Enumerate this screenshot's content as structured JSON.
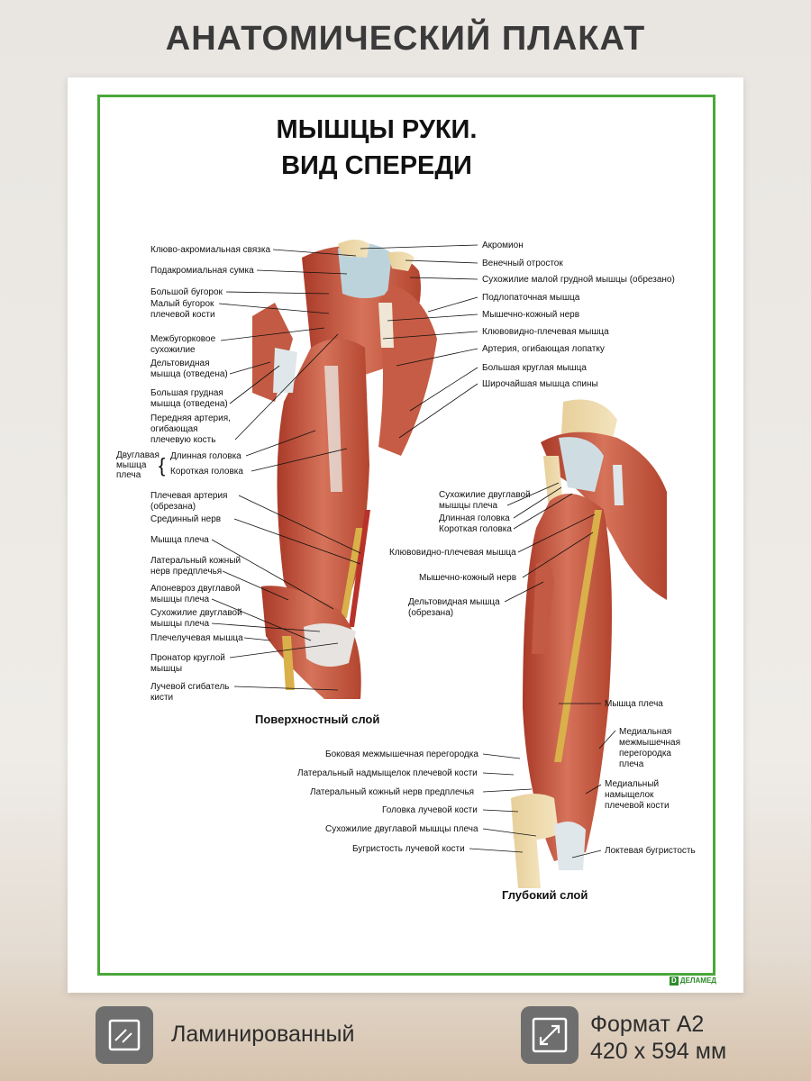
{
  "header": "АНАТОМИЧЕСКИЙ ПЛАКАТ",
  "poster": {
    "title_line1": "МЫШЦЫ РУКИ.",
    "title_line2": "ВИД СПЕРЕДИ",
    "caption_superficial": "Поверхностный слой",
    "caption_deep": "Глубокий слой",
    "brand": "ДЕЛАМЕД"
  },
  "labels_left": [
    "Клюво-акромиальная связка",
    "Подакромиальная сумка",
    "Большой бугорок",
    "Малый бугорок",
    "плечевой кости",
    "Межбугорковое",
    "сухожилие",
    "Дельтовидная",
    "мышца (отведена)",
    "Большая грудная",
    "мышца (отведена)",
    "Передняя артерия,",
    "огибающая",
    "плечевую кость",
    "Двуглавая",
    "мышца",
    "плеча",
    "Длинная головка",
    "Короткая головка",
    "Плечевая артерия",
    "(обрезана)",
    "Срединный нерв",
    "Мышца плеча",
    "Латеральный кожный",
    "нерв предплечья",
    "Апоневроз двуглавой",
    "мышцы плеча",
    "Сухожилие двуглавой",
    "мышцы плеча",
    "Плечелучевая мышца",
    "Пронатор круглой",
    "мышцы",
    "Лучевой сгибатель",
    "кисти"
  ],
  "labels_right": [
    "Акромион",
    "Венечный отросток",
    "Сухожилие малой грудной мышцы (обрезано)",
    "Подлопаточная мышца",
    "Мышечно-кожный нерв",
    "Клювовидно-плечевая мышца",
    "Артерия, огибающая лопатку",
    "Большая круглая мышца",
    "Широчайшая мышца спины"
  ],
  "labels_deep": [
    "Сухожилие двуглавой",
    "мышцы плеча",
    "Длинная головка",
    "Короткая головка",
    "Клювовидно-плечевая мышца",
    "Мышечно-кожный нерв",
    "Дельтовидная мышца",
    "(обрезана)",
    "Мышца плеча",
    "Медиальная",
    "межмышечная",
    "перегородка",
    "плеча",
    "Боковая межмышечная перегородка",
    "Латеральный надмыщелок плечевой кости",
    "Латеральный кожный нерв предплечья",
    "Головка лучевой кости",
    "Сухожилие двуглавой мышцы плеча",
    "Бугристость лучевой кости",
    "Медиальный",
    "намыщелок",
    "плечевой кости",
    "Локтевая бугристость"
  ],
  "features": {
    "laminated": "Ламинированный",
    "format_line1": "Формат А2",
    "format_line2": "420 x 594 мм"
  },
  "icons": {
    "laminated": "laminate-icon",
    "format": "resize-icon"
  },
  "colors": {
    "frame": "#4aa73a",
    "muscle": "#c9553f",
    "badge": "#6e6e6e"
  }
}
